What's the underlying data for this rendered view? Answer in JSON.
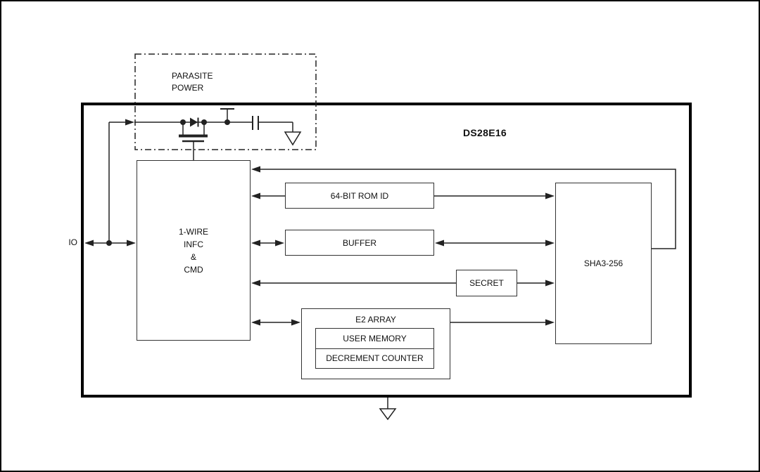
{
  "diagram": {
    "chip_name": "DS28E16",
    "pin_label": "IO",
    "parasite_power": {
      "label_line1": "PARASITE",
      "label_line2": "POWER"
    },
    "blocks": {
      "one_wire": {
        "lines": [
          "1-WIRE",
          "INFC",
          "&",
          "CMD"
        ]
      },
      "rom_id": {
        "label": "64-BIT ROM ID"
      },
      "buffer": {
        "label": "BUFFER"
      },
      "secret": {
        "label": "SECRET"
      },
      "e2_array": {
        "label": "E2 ARRAY"
      },
      "user_memory": {
        "label": "USER MEMORY"
      },
      "decrement_counter": {
        "label": "DECREMENT COUNTER"
      },
      "sha3": {
        "label": "SHA3-256"
      }
    },
    "colors": {
      "line": "#222222",
      "border_thick": "#000000",
      "background": "#ffffff"
    }
  }
}
